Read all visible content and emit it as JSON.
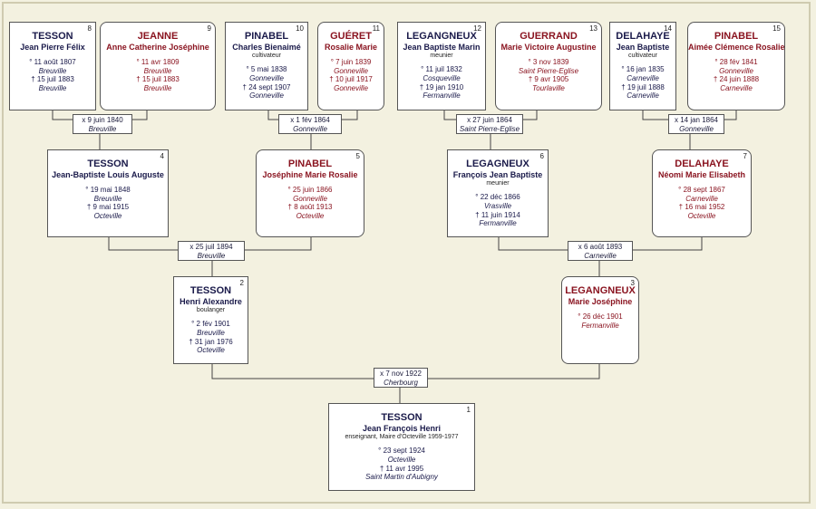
{
  "people": [
    {
      "num": "8",
      "surname": "TESSON",
      "given": "Jean Pierre Félix",
      "occupation": "",
      "birth": "° 11 août 1807",
      "birth_place": "Breuville",
      "death": "† 15 juil 1883",
      "death_place": "Breuville",
      "sex": "male"
    },
    {
      "num": "9",
      "surname": "JEANNE",
      "given": "Anne Catherine Joséphine",
      "occupation": "",
      "birth": "° 11 avr 1809",
      "birth_place": "Breuville",
      "death": "† 15 juil 1883",
      "death_place": "Breuville",
      "sex": "female"
    },
    {
      "num": "10",
      "surname": "PINABEL",
      "given": "Charles Bienaimé",
      "occupation": "cultivateur",
      "birth": "° 5 mai 1838",
      "birth_place": "Gonneville",
      "death": "† 24 sept 1907",
      "death_place": "Gonneville",
      "sex": "male"
    },
    {
      "num": "11",
      "surname": "GUÉRET",
      "given": "Rosalie Marie",
      "occupation": "",
      "birth": "° 7 juin 1839",
      "birth_place": "Gonneville",
      "death": "† 10 juil 1917",
      "death_place": "Gonneville",
      "sex": "female"
    },
    {
      "num": "12",
      "surname": "LEGANGNEUX",
      "given": "Jean Baptiste Marin",
      "occupation": "meunier",
      "birth": "° 11 juil 1832",
      "birth_place": "Cosqueville",
      "death": "† 19 jan 1910",
      "death_place": "Fermanville",
      "sex": "male"
    },
    {
      "num": "13",
      "surname": "GUERRAND",
      "given": "Marie Victoire Augustine",
      "occupation": "",
      "birth": "° 3 nov 1839",
      "birth_place": "Saint Pierre-Eglise",
      "death": "† 9 avr 1905",
      "death_place": "Tourlaville",
      "sex": "female"
    },
    {
      "num": "14",
      "surname": "DELAHAYE",
      "given": "Jean Baptiste",
      "occupation": "cultivateur",
      "birth": "° 16 jan 1835",
      "birth_place": "Carneville",
      "death": "† 19 juil 1888",
      "death_place": "Carneville",
      "sex": "male"
    },
    {
      "num": "15",
      "surname": "PINABEL",
      "given": "Aimée Clémence Rosalie",
      "occupation": "",
      "birth": "° 28 fév 1841",
      "birth_place": "Gonneville",
      "death": "† 24 juin 1888",
      "death_place": "Carneville",
      "sex": "female"
    },
    {
      "num": "4",
      "surname": "TESSON",
      "given": "Jean-Baptiste Louis Auguste",
      "occupation": "",
      "birth": "° 19 mai 1848",
      "birth_place": "Breuville",
      "death": "† 9 mai 1915",
      "death_place": "Octeville",
      "sex": "male"
    },
    {
      "num": "5",
      "surname": "PINABEL",
      "given": "Joséphine Marie Rosalie",
      "occupation": "",
      "birth": "° 25 juin 1866",
      "birth_place": "Gonneville",
      "death": "† 8 août 1913",
      "death_place": "Octeville",
      "sex": "female"
    },
    {
      "num": "6",
      "surname": "LEGAGNEUX",
      "given": "François Jean Baptiste",
      "occupation": "meunier",
      "birth": "° 22 déc 1866",
      "birth_place": "Vrasville",
      "death": "† 11 juin 1914",
      "death_place": "Fermanville",
      "sex": "male"
    },
    {
      "num": "7",
      "surname": "DELAHAYE",
      "given": "Néomi Marie Elisabeth",
      "occupation": "",
      "birth": "° 28 sept 1867",
      "birth_place": "Carneville",
      "death": "† 16 mai 1952",
      "death_place": "Octeville",
      "sex": "female"
    },
    {
      "num": "2",
      "surname": "TESSON",
      "given": "Henri Alexandre",
      "occupation": "boulanger",
      "birth": "° 2 fév 1901",
      "birth_place": "Breuville",
      "death": "† 31 jan 1976",
      "death_place": "Octeville",
      "sex": "male"
    },
    {
      "num": "3",
      "surname": "LEGANGNEUX",
      "given": "Marie Joséphine",
      "occupation": "",
      "birth": "° 26 déc 1901",
      "birth_place": "Fermanville",
      "death": "",
      "death_place": "",
      "sex": "female"
    },
    {
      "num": "1",
      "surname": "TESSON",
      "given": "Jean François Henri",
      "occupation": "enseignant, Maire d'Octeville 1959-1977",
      "birth": "° 23 sept 1924",
      "birth_place": "Octeville",
      "death": "† 11 avr 1995",
      "death_place": "Saint Martin d'Aubigny",
      "sex": "male"
    }
  ],
  "marriages": [
    {
      "date": "x 9 juin 1840",
      "place": "Breuville"
    },
    {
      "date": "x 1 fév 1864",
      "place": "Gonneville"
    },
    {
      "date": "x 27 juin 1864",
      "place": "Saint Pierre-Eglise"
    },
    {
      "date": "x 14 jan 1864",
      "place": "Gonneville"
    },
    {
      "date": "x 25 juil 1894",
      "place": "Breuville"
    },
    {
      "date": "x 6 août 1893",
      "place": "Carneville"
    },
    {
      "date": "x 7 nov 1922",
      "place": "Cherbourg"
    }
  ]
}
